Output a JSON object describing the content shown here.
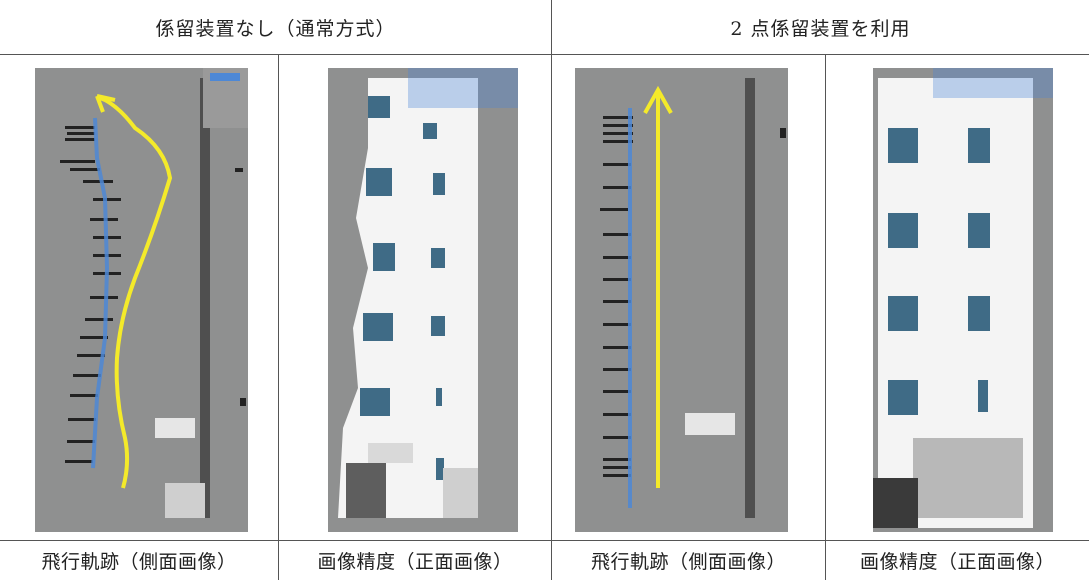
{
  "header": {
    "left": "係留装置なし（通常方式）",
    "right": "2 点係留装置を利用"
  },
  "captions": [
    "飛行軌跡（側面画像）",
    "画像精度（正面画像）",
    "飛行軌跡（側面画像）",
    "画像精度（正面画像）"
  ],
  "colors": {
    "trajectory": "#f4ea2a",
    "background": "#8f9090",
    "drone_path_blue": "#4d88d6",
    "building": "#f4f4f4",
    "window": "#3f6b86"
  }
}
